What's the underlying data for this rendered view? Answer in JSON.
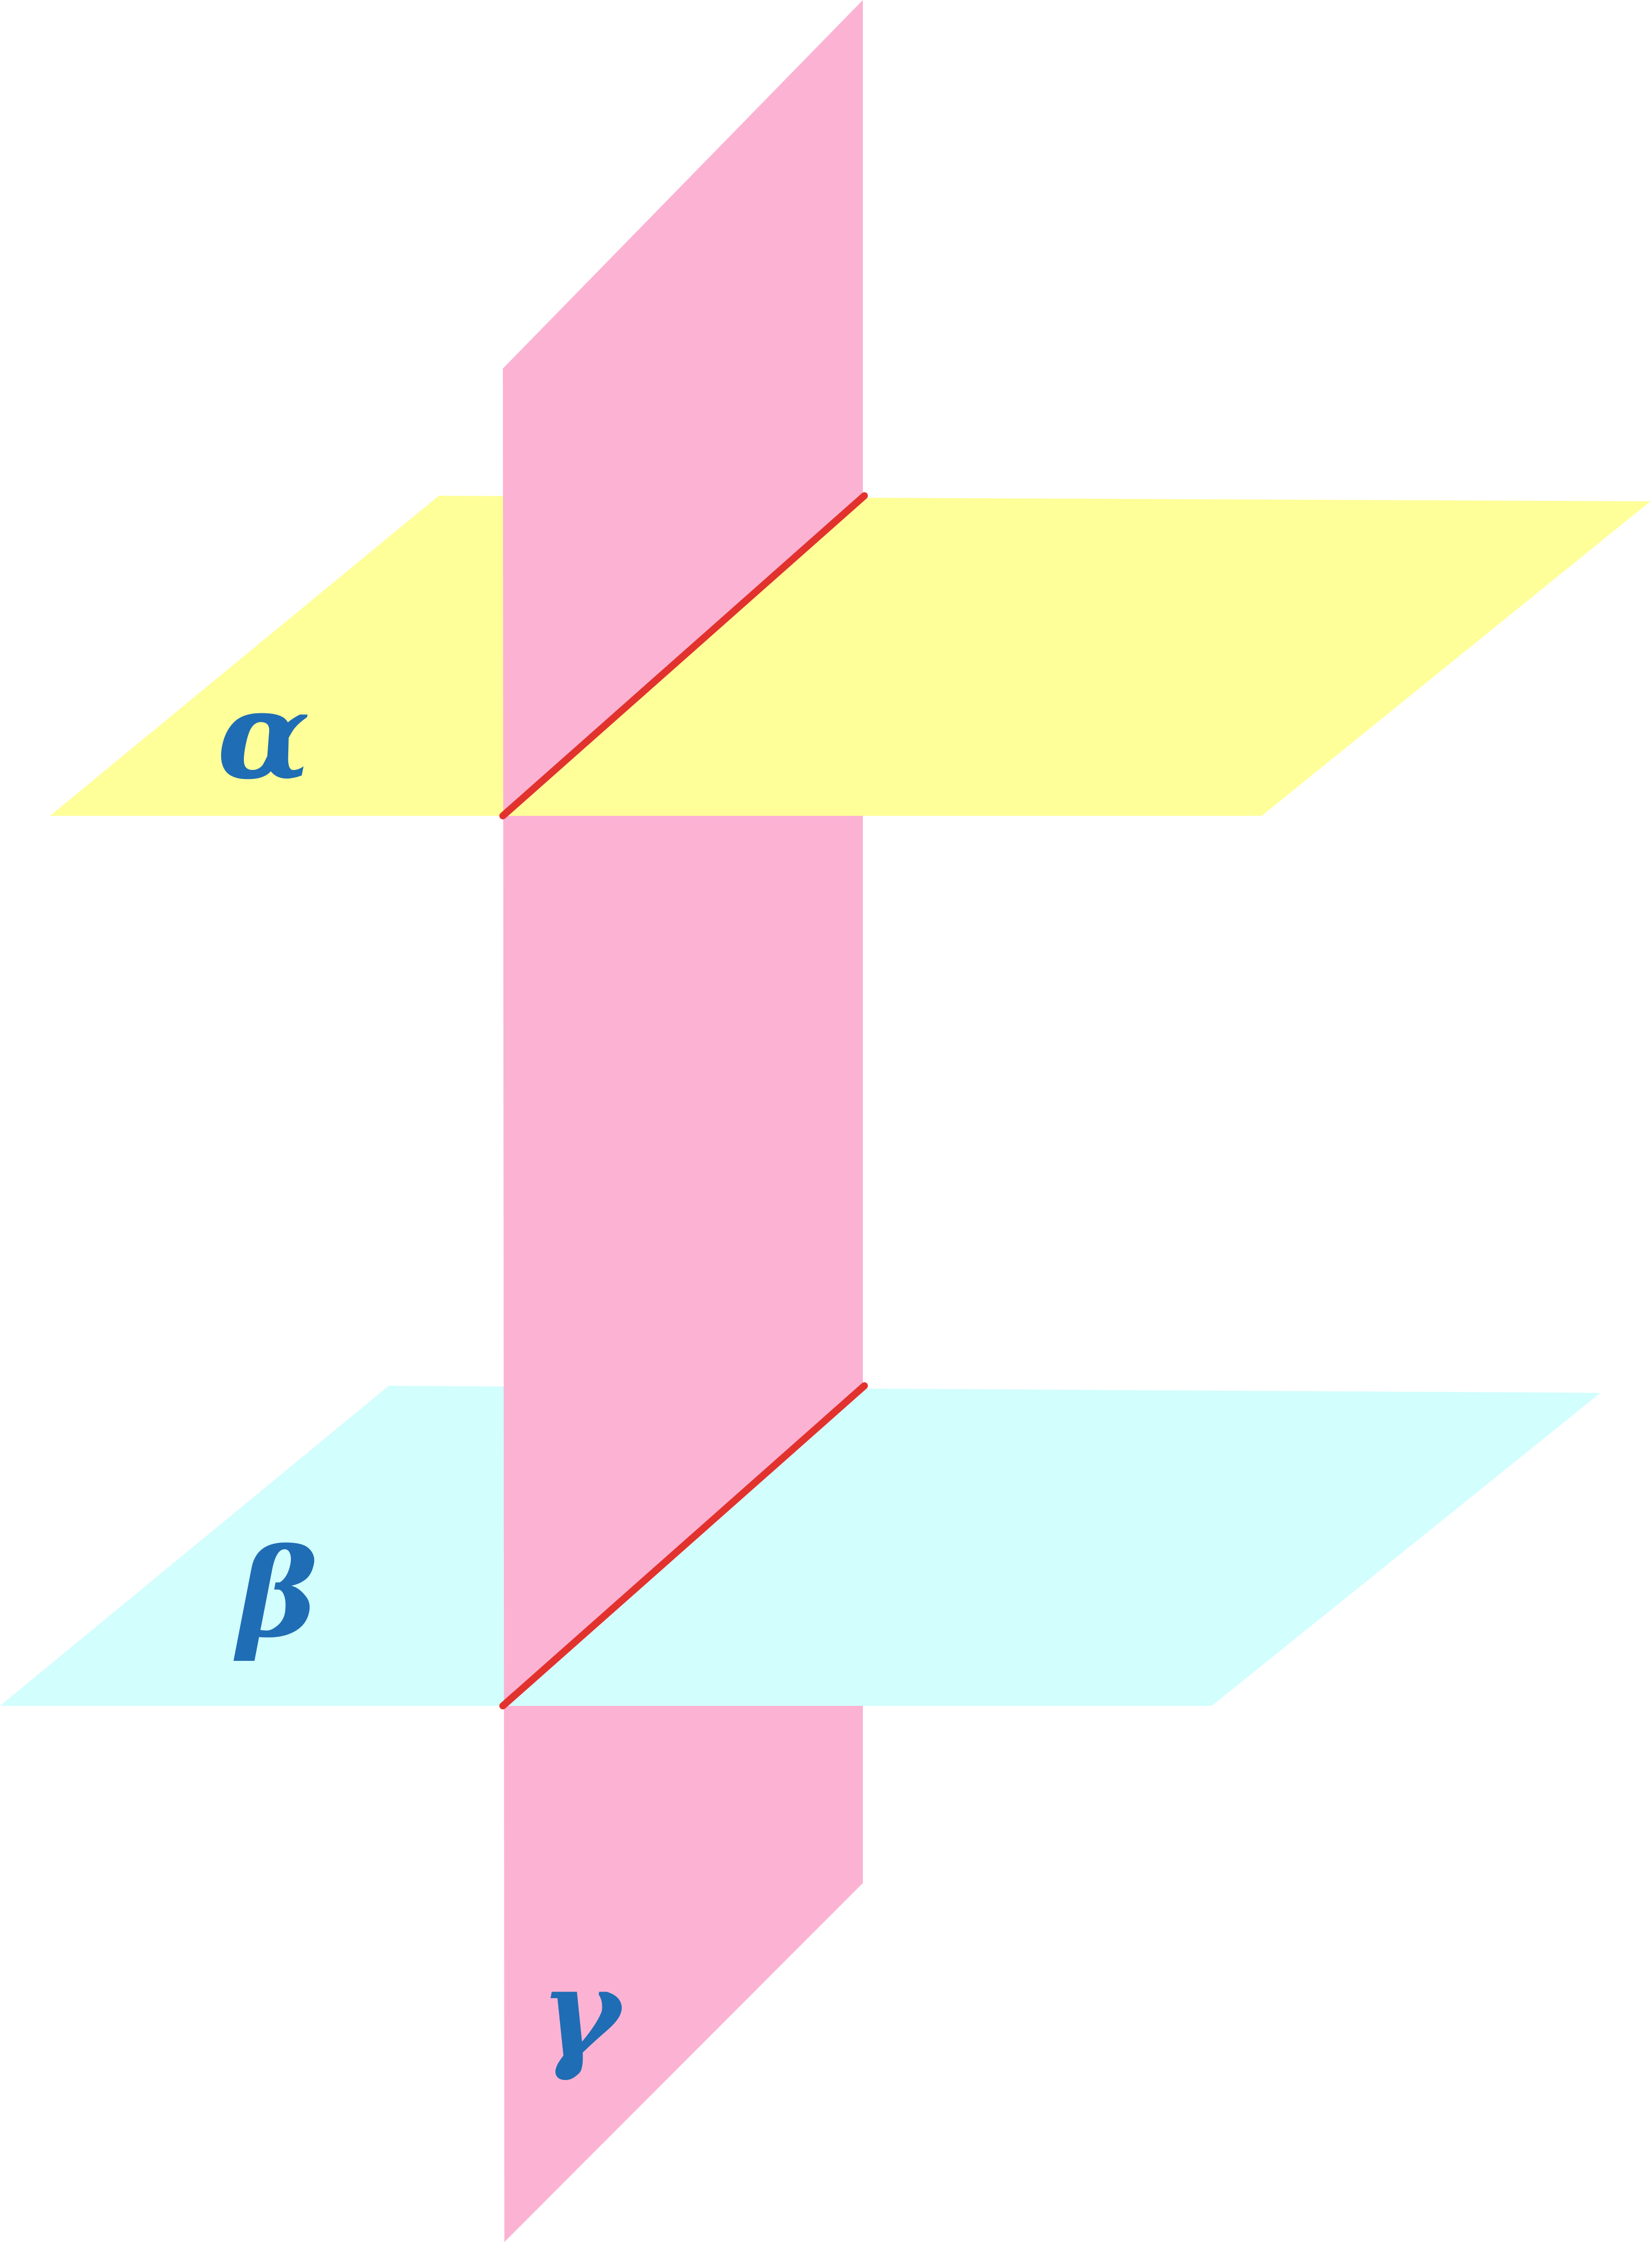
{
  "labels": {
    "alpha": "α",
    "beta": "β",
    "gamma": "γ"
  },
  "colors": {
    "plane_gamma": "#fcb3d3",
    "plane_alpha": "#feff99",
    "plane_beta": "#d2fefd",
    "intersection_line": "#e2322e",
    "label": "#1f6db4"
  }
}
